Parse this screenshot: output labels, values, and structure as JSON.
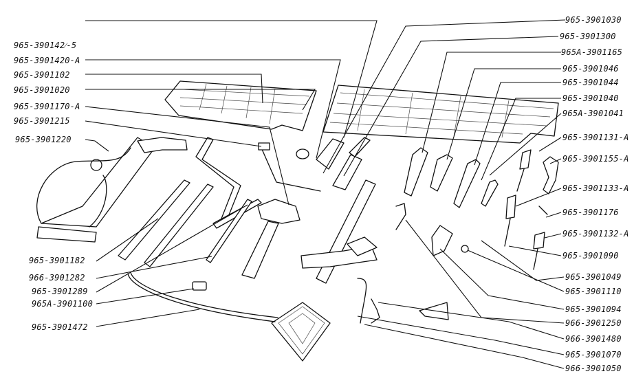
{
  "diagram": {
    "labels_left": [
      "965-390142⁄-5",
      "965-3901420-A",
      "965-3901102",
      "965-3901020",
      "965-3901170-A",
      "965-3901215",
      "965-3901220",
      "965-3901182",
      "966-3901282",
      "965-3901289",
      "965A-3901100",
      "965-3901472"
    ],
    "labels_right": [
      "965-3901030",
      "965-3901300",
      "965A-3901165",
      "965-3901046",
      "965-3901044",
      "965-3901040",
      "965A-3901041",
      "965-3901131-A",
      "965-3901155-A",
      "965-3901133-A",
      "965-3901176",
      "965-3901132-A",
      "965-3901090",
      "965-3901049",
      "965-3901110",
      "965-3901094",
      "966-3901250",
      "966-3901480",
      "965-3901070",
      "966-3901050"
    ]
  }
}
